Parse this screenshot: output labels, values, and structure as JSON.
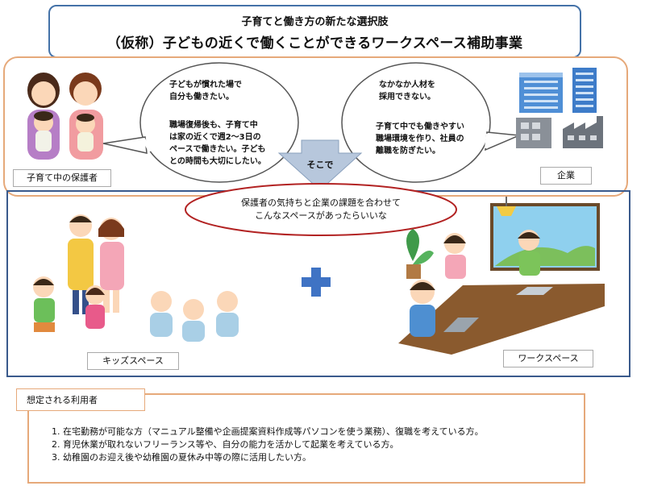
{
  "title": {
    "line1": "子育てと働き方の新たな選択肢",
    "line2": "（仮称）子どもの近くで働くことができるワークスペース補助事業"
  },
  "parents": {
    "label": "子育て中の保護者",
    "bubble_line1": "子どもが慣れた場で",
    "bubble_line2": "自分も働きたい。",
    "bubble_line3": "職場復帰後も、子育て中",
    "bubble_line4": "は家の近くで週2～3日の",
    "bubble_line5": "ペースで働きたい。子ども",
    "bubble_line6": "との時間も大切にしたい。"
  },
  "company": {
    "label": "企業",
    "bubble_line1": "なかなか人材を",
    "bubble_line2": "採用できない。",
    "bubble_line3": "子育て中でも働きやすい",
    "bubble_line4": "職場環境を作り、社員の",
    "bubble_line5": "離職を防ぎたい。"
  },
  "arrow_label": "そこで",
  "center_oval": {
    "line1": "保護者の気持ちと企業の課題を合わせて",
    "line2": "こんなスペースがあったらいいな"
  },
  "kids_space_label": "キッズスペース",
  "workspace_label": "ワークスペース",
  "users": {
    "heading": "想定される利用者",
    "items": [
      "1. 在宅勤務が可能な方（マニュアル整備や企画提案資料作成等パソコンを使う業務）、復職を考えている方。",
      "2. 育児休業が取れないフリーランス等や、自分の能力を活かして起業を考えている方。",
      "3. 幼稚園のお迎え後や幼稚園の夏休み中等の際に活用したい方。"
    ]
  },
  "colors": {
    "title_border": "#4472a8",
    "orange_border": "#e6a97a",
    "navy_border": "#3a5a8c",
    "oval_border": "#b22222",
    "arrow_fill": "#b7c7dc",
    "plus": "#3f73c4"
  }
}
